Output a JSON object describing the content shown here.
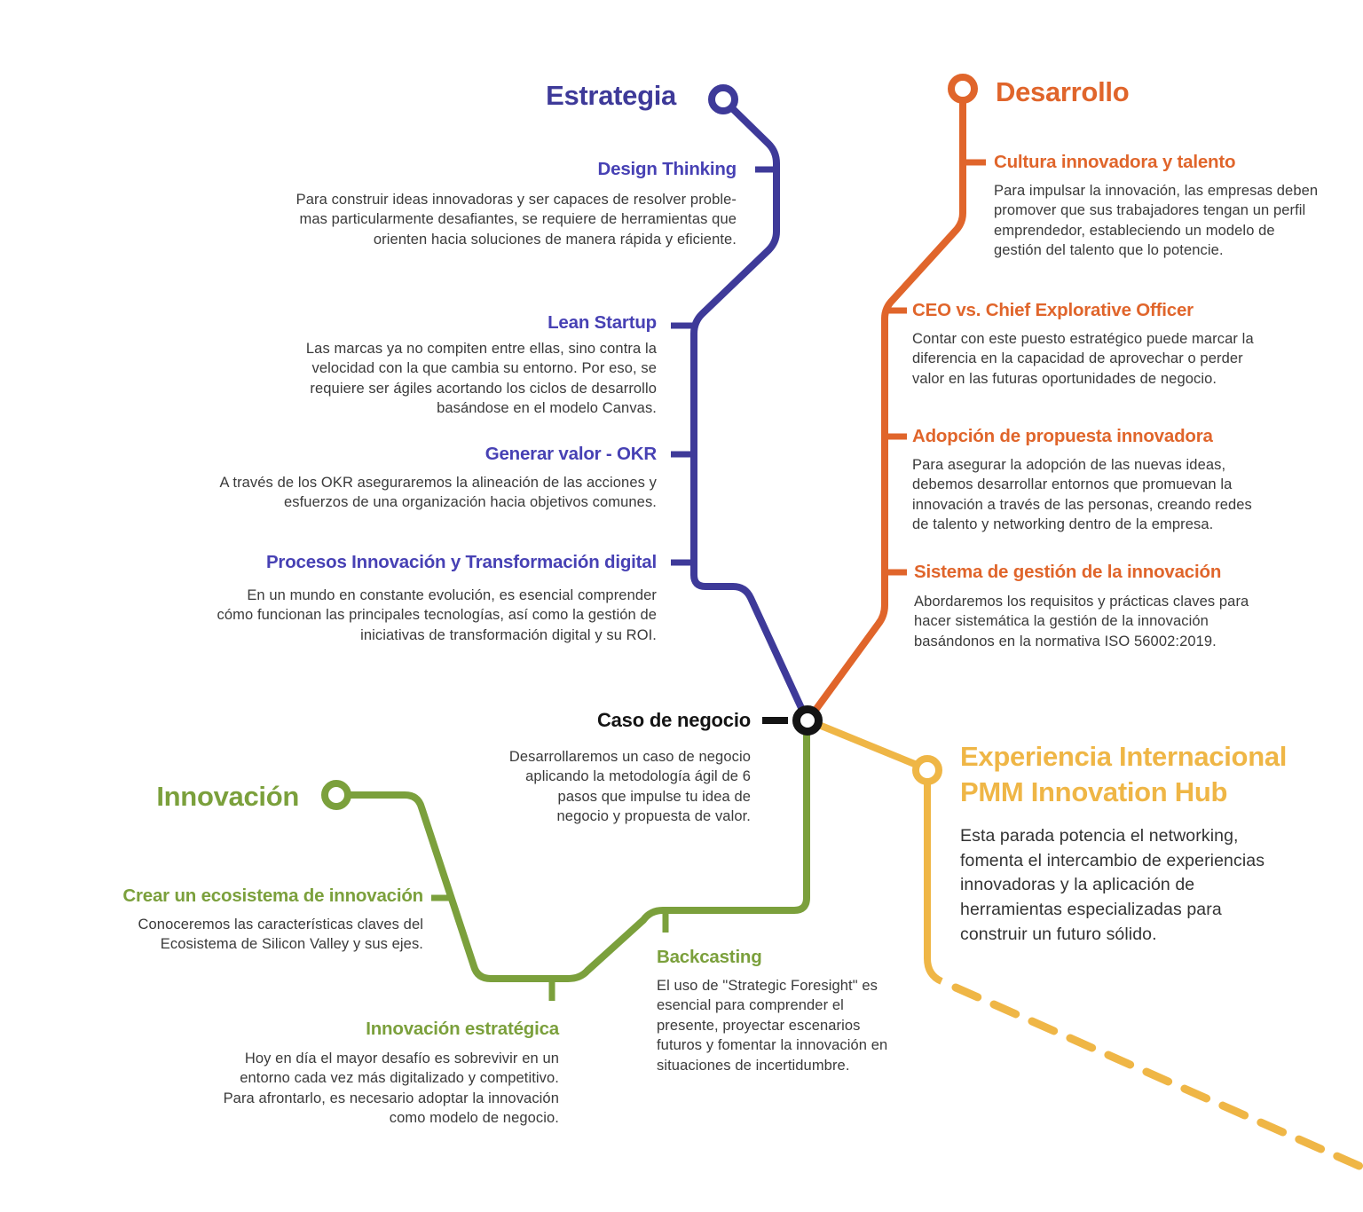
{
  "colors": {
    "indigo": "#3E3A99",
    "indigo_heading": "#4741B4",
    "orange": "#E0652B",
    "green": "#7BA03C",
    "amber": "#EFB646",
    "black": "#141414",
    "body_text": "#3A3A3A"
  },
  "branches": {
    "estrategia": {
      "title": "Estrategia",
      "stations": [
        {
          "heading": "Design Thinking",
          "body": "Para construir ideas innovadoras y ser capaces de resolver proble-\nmas particularmente desafiantes, se requiere de herramientas que\norienten hacia soluciones de manera rápida y eficiente."
        },
        {
          "heading": "Lean Startup",
          "body": "Las marcas ya no compiten entre ellas, sino contra la\nvelocidad con la que cambia su entorno. Por eso, se\nrequiere ser ágiles acortando los ciclos de desarrollo\nbasándose en el modelo Canvas."
        },
        {
          "heading": "Generar valor - OKR",
          "body": "A través de los OKR aseguraremos la alineación de las acciones y\nesfuerzos de una organización hacia objetivos comunes."
        },
        {
          "heading": "Procesos Innovación y Transformación digital",
          "body": "En un mundo en constante evolución, es esencial comprender\ncómo funcionan las principales tecnologías, así como la gestión de\niniciativas de transformación digital y su ROI."
        }
      ]
    },
    "desarrollo": {
      "title": "Desarrollo",
      "stations": [
        {
          "heading": "Cultura innovadora y talento",
          "body": "Para impulsar la innovación, las empresas deben\npromover que sus trabajadores tengan un perfil\nemprendedor, estableciendo un modelo de\ngestión del talento que lo potencie."
        },
        {
          "heading": "CEO vs. Chief Explorative Officer",
          "body": "Contar con este puesto estratégico puede marcar la\ndiferencia en la capacidad de aprovechar o perder\nvalor en las futuras oportunidades de negocio."
        },
        {
          "heading": "Adopción de propuesta innovadora",
          "body": "Para asegurar la adopción de las nuevas ideas,\ndebemos desarrollar entornos que promuevan la\ninnovación a través de las personas, creando redes\nde talento y networking dentro de la empresa."
        },
        {
          "heading": "Sistema de gestión de la innovación",
          "body": "Abordaremos los requisitos y prácticas claves para\nhacer sistemática la gestión de la innovación\nbasándonos en la normativa ISO 56002:2019."
        }
      ]
    },
    "innovacion": {
      "title": "Innovación",
      "stations": [
        {
          "heading": "Crear un ecosistema de innovación",
          "body": "Conoceremos las características claves del\nEcosistema de Silicon Valley y sus ejes."
        },
        {
          "heading": "Innovación estratégica",
          "body": "Hoy en día el mayor desafío es sobrevivir en un\nentorno cada vez más digitalizado y competitivo.\nPara afrontarlo, es necesario adoptar la innovación\ncomo modelo de negocio."
        },
        {
          "heading": "Backcasting",
          "body": "El uso de \"Strategic Foresight\" es\nesencial para comprender el\npresente, proyectar escenarios\nfuturos y fomentar la innovación en\nsituaciones de incertidumbre."
        }
      ]
    },
    "caso_de_negocio": {
      "title": "Caso de negocio",
      "body": "Desarrollaremos un caso de negocio\naplicando la metodología ágil de 6\npasos que impulse tu idea de\nnegocio y propuesta de valor."
    },
    "experiencia": {
      "title": "Experiencia Internacional\nPMM Innovation Hub",
      "body": "Esta parada potencia el networking,\nfomenta el intercambio de experiencias\ninnovadoras y la aplicación de\nherramientas especializadas para\nconstruir un futuro sólido."
    }
  }
}
